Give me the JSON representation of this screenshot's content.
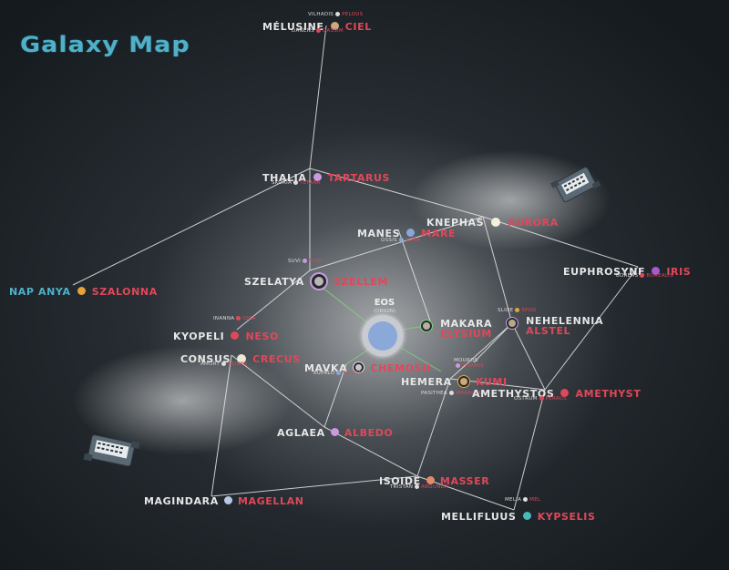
{
  "title": "Galaxy Map",
  "center": {
    "name": "EOS",
    "sub": "(ORIGIN)"
  },
  "colors": {
    "accent": "#e0485a",
    "title": "#4fb0c8",
    "line": "#e8e8e8",
    "link_green": "#7fd07a"
  },
  "nodes": {
    "melusine": {
      "name": "MÉLUSINE",
      "alt": "CIEL",
      "sub": [
        "VILHADIS",
        "PELOUS",
        "DANENS",
        "DASSIM"
      ]
    },
    "thalia": {
      "name": "THALIA",
      "alt": "TARTARUS",
      "sub": [
        "SKORIA",
        "TEFARA"
      ]
    },
    "knephas": {
      "name": "KNEPHAS",
      "alt": "AURORA"
    },
    "manes": {
      "name": "MANES",
      "alt": "MARE",
      "sub": [
        "OSSIS",
        "AURA"
      ]
    },
    "euphrosyne": {
      "name": "EUPHROSYNE",
      "alt": "IRIS",
      "sub": [
        "BOREAS",
        "BOREALIS"
      ]
    },
    "napanya": {
      "name": "NAP ANYA",
      "alt": "SZALONNA"
    },
    "szelatya": {
      "name": "SZELATYA",
      "alt": "SZELLEM",
      "sub": [
        "SUVI",
        "SUVI"
      ]
    },
    "kyopeli": {
      "name": "KYOPELI",
      "alt": "NESO",
      "sub": [
        "INANNA",
        "IORA"
      ]
    },
    "consus": {
      "name": "CONSUS",
      "alt": "CRECUS",
      "sub": [
        "AMORT",
        "MUNES"
      ]
    },
    "mavka": {
      "name": "MAVKA",
      "alt": "CHEMOSH",
      "sub": [
        "KUPALO",
        "SUDON"
      ]
    },
    "makara": {
      "name": "MAKARA",
      "alt": "ELYSIUM"
    },
    "nehelennia": {
      "name": "NEHELENNIA",
      "alt": "ALSTEL",
      "sub": [
        "SLIDE",
        "SPUD"
      ]
    },
    "hemera": {
      "name": "HEMERA",
      "alt": "KUMI",
      "sub": [
        "MOUROS",
        "PIVAMIS",
        "PASITHEA",
        "AMARLLASI"
      ]
    },
    "amethystos": {
      "name": "AMETHYSTOS",
      "alt": "AMETHYST",
      "sub": [
        "OSTRUM",
        "PERAUS"
      ]
    },
    "aglaea": {
      "name": "AGLAEA",
      "alt": "ALBEDO"
    },
    "isoide": {
      "name": "ISOIDE",
      "alt": "MASSER",
      "sub": [
        "TRISTAN",
        "ABGUNDA"
      ]
    },
    "magindara": {
      "name": "MAGINDARA",
      "alt": "MAGELLAN"
    },
    "mellifluus": {
      "name": "MELLIFLUUS",
      "alt": "KYPSELIS",
      "sub": [
        "MELIA",
        "MEL"
      ]
    }
  }
}
